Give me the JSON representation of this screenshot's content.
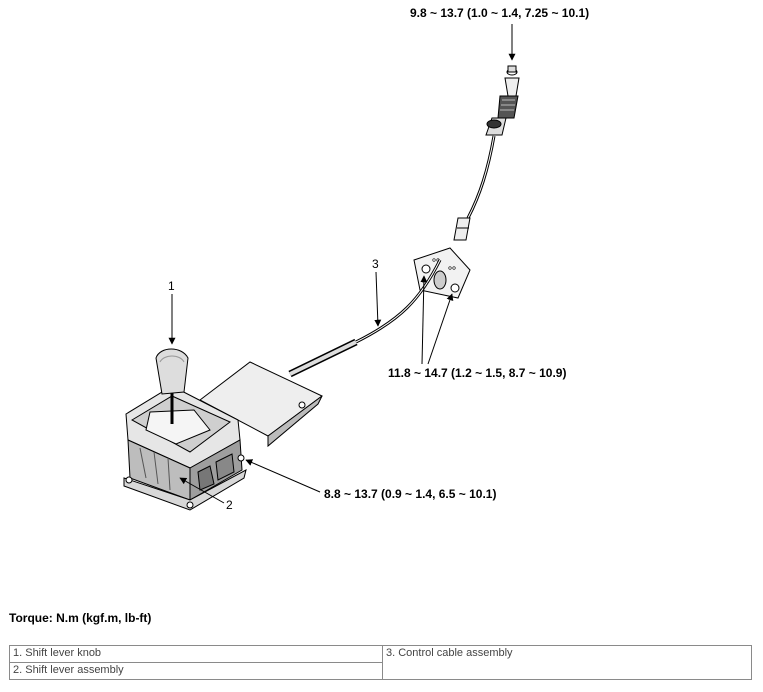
{
  "diagram": {
    "callouts": {
      "c1": "1",
      "c2": "2",
      "c3": "3"
    },
    "torques": {
      "top": "9.8 ~ 13.7 (1.0 ~ 1.4, 7.25 ~ 10.1)",
      "bracket": "11.8 ~ 14.7 (1.2 ~ 1.5, 8.7 ~ 10.9)",
      "base": "8.8 ~ 13.7 (0.9 ~ 1.4, 6.5 ~ 10.1)"
    }
  },
  "torque_note": "Torque: N.m (kgf.m, lb-ft)",
  "legend": {
    "items": [
      "1. Shift lever knob",
      "2. Shift lever assembly",
      "3. Control cable assembly"
    ]
  }
}
